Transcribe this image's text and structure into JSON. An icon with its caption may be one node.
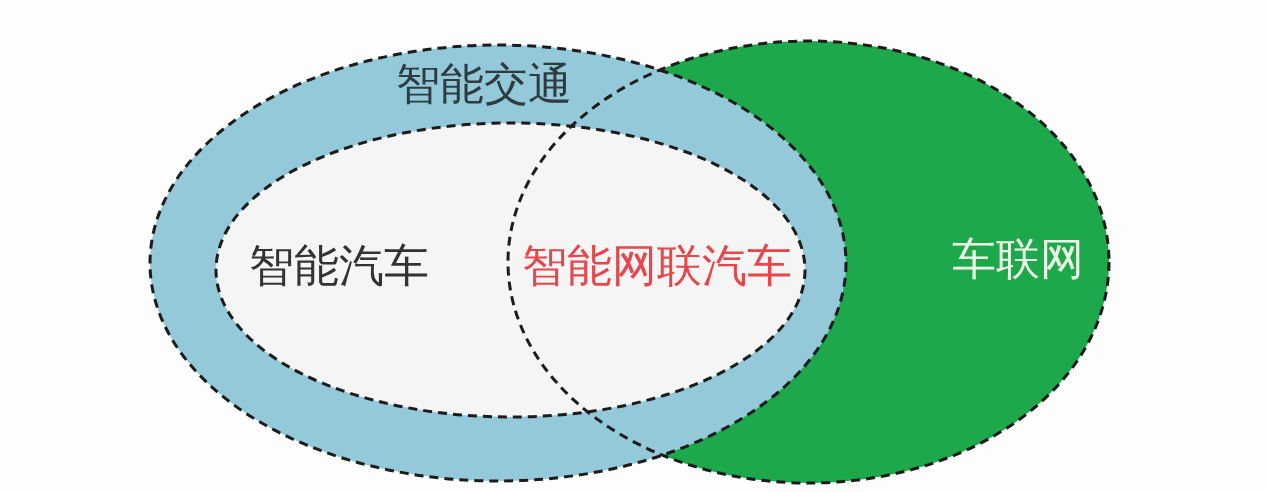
{
  "diagram": {
    "nodes": [
      {
        "text": [
          "智能交通"
        ]
      },
      {
        "text": [
          "智能汽车"
        ],
        "in": 0
      },
      {
        "text": [
          "车联网"
        ]
      }
    ],
    "labels": [
      "智能网联汽车"
    ]
  }
}
